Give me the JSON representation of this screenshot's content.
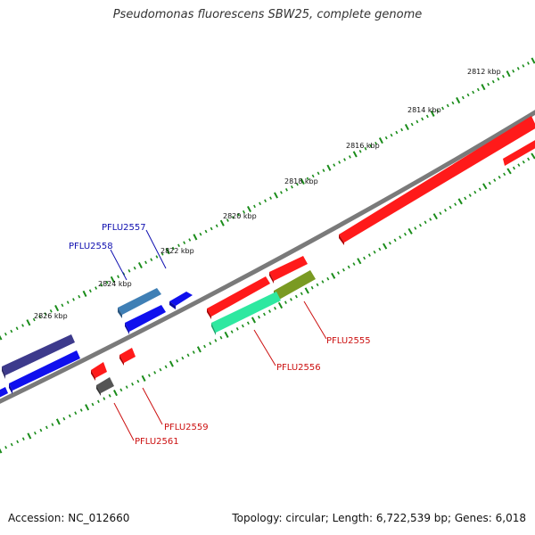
{
  "title": "Pseudomonas fluorescens SBW25, complete genome",
  "footer": {
    "accession": "Accession: NC_012660",
    "summary": "Topology: circular; Length: 6,722,539 bp; Genes: 6,018"
  },
  "scale": {
    "color": "#1a8c1a",
    "labels": [
      "2812 kbp",
      "2814 kbp",
      "2816 kbp",
      "2818 kbp",
      "2820 kbp",
      "2822 kbp",
      "2824 kbp",
      "2826 kbp"
    ]
  },
  "gene_labels": [
    {
      "name": "PFLU2557",
      "color": "#1010b0"
    },
    {
      "name": "PFLU2558",
      "color": "#1010b0"
    },
    {
      "name": "PFLU2555",
      "color": "#cc1010"
    },
    {
      "name": "PFLU2556",
      "color": "#cc1010"
    },
    {
      "name": "PFLU2559",
      "color": "#cc1010"
    },
    {
      "name": "PFLU2561",
      "color": "#cc1010"
    }
  ],
  "colors": {
    "red": "#ff1a1a",
    "blue": "#1010ee",
    "steel": "#3f7fb5",
    "indigo": "#3d3a8c",
    "olive": "#7a9a22",
    "mint": "#2ee8a0",
    "grey": "#555555",
    "backbone": "#7a7a7a"
  }
}
